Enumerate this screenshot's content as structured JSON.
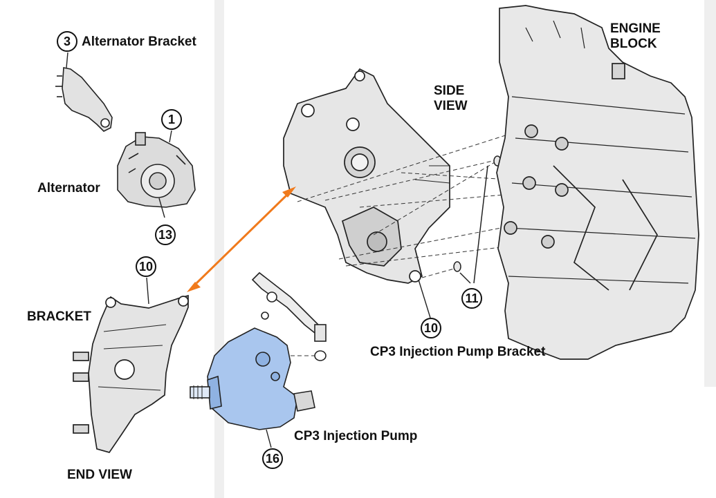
{
  "labels": {
    "alternator_bracket": "Alternator Bracket",
    "alternator": "Alternator",
    "bracket": "BRACKET",
    "end_view": "END VIEW",
    "side_view": "SIDE\nVIEW",
    "engine_block": "ENGINE\nBLOCK",
    "cp3_pump_bracket": "CP3 Injection Pump Bracket",
    "cp3_pump": "CP3 Injection Pump"
  },
  "callouts": {
    "alt_bracket": "3",
    "alternator": "1",
    "alternator_pulley": "13",
    "bracket_end": "10",
    "bracket_side": "10",
    "dowels": "11",
    "pump": "16"
  },
  "colors": {
    "arrow": "#f07a1c",
    "pump_fill": "#a9c6ee",
    "line": "#222222",
    "panel_gray": "#eeeeee"
  }
}
